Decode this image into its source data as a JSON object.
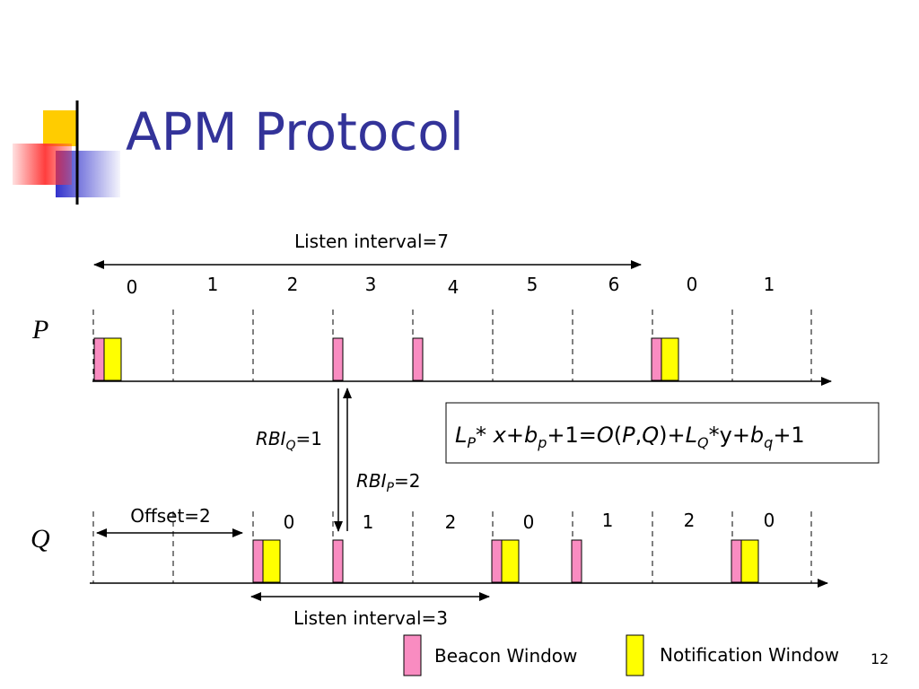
{
  "slide": {
    "title": "APM Protocol",
    "page_number": "12"
  },
  "colors": {
    "title": "#333399",
    "beacon_window": "#f98cc1",
    "notification_window": "#ffff00"
  },
  "node_p": {
    "label": "P",
    "listen_interval_label": "Listen interval=7",
    "slot_numbers": [
      "0",
      "1",
      "2",
      "3",
      "4",
      "5",
      "6",
      "0",
      "1"
    ]
  },
  "node_q": {
    "label": "Q",
    "listen_interval_label": "Listen interval=3",
    "offset_label": "Offset=2",
    "slot_numbers": [
      "0",
      "1",
      "2",
      "0",
      "1",
      "2",
      "0"
    ]
  },
  "rbi_q": {
    "base": "RBI",
    "sub": "Q",
    "value": "=1"
  },
  "rbi_p": {
    "base": "RBI",
    "sub": "P",
    "value": "=2"
  },
  "formula": {
    "parts": [
      {
        "t": "L",
        "i": true
      },
      {
        "t": "P",
        "i": true,
        "sub": true
      },
      {
        "t": "* "
      },
      {
        "t": "x",
        "i": true
      },
      {
        "t": "+"
      },
      {
        "t": "b",
        "i": true
      },
      {
        "t": "p",
        "i": true,
        "sub": true
      },
      {
        "t": "+1="
      },
      {
        "t": "O",
        "i": true
      },
      {
        "t": "("
      },
      {
        "t": "P",
        "i": true
      },
      {
        "t": ","
      },
      {
        "t": "Q",
        "i": true
      },
      {
        "t": ")+"
      },
      {
        "t": "L",
        "i": true
      },
      {
        "t": "Q",
        "i": true,
        "sub": true
      },
      {
        "t": "*y+"
      },
      {
        "t": "b",
        "i": true
      },
      {
        "t": "q",
        "i": true,
        "sub": true
      },
      {
        "t": "+1"
      }
    ]
  },
  "legend": {
    "beacon_label": "Beacon Window",
    "notification_label": "Notification Window"
  }
}
